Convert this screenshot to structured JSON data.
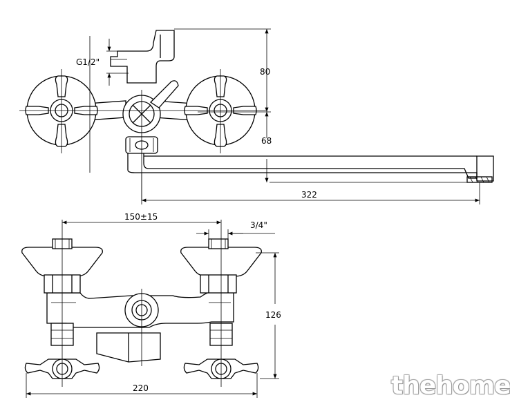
{
  "dimensions": {
    "thread_inlet": "G1/2\"",
    "height_top": "80",
    "height_spout": "68",
    "spout_length": "322",
    "centre_distance": "150±15",
    "thread_connection": "3/4\"",
    "height_front": "126",
    "total_width": "220"
  },
  "watermark": "thehome"
}
